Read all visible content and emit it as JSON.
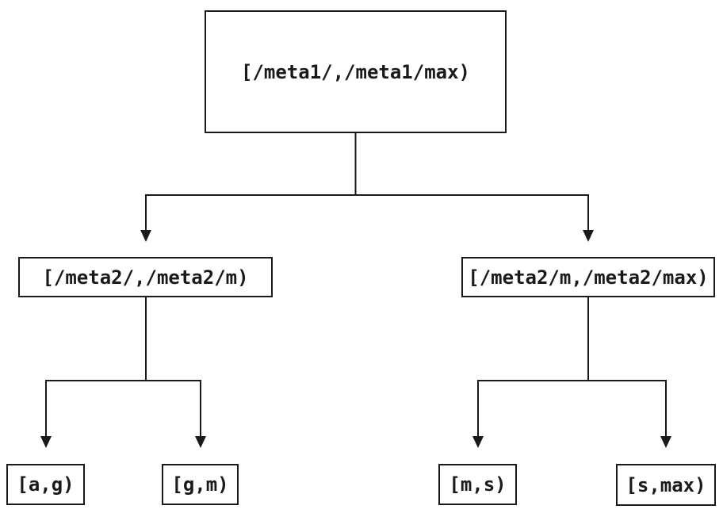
{
  "diagram": {
    "colors": {
      "background": "#ffffff",
      "line": "#1a1a1a",
      "node_fill": "#ffffff",
      "text": "#1a1a1a"
    },
    "nodes": {
      "root": {
        "label": "[/meta1/,/meta1/max)"
      },
      "meta2_lower": {
        "label": "[/meta2/,/meta2/m)"
      },
      "meta2_upper": {
        "label": "[/meta2/m,/meta2/max)"
      },
      "leaf_ag": {
        "label": "[a,g)"
      },
      "leaf_gm": {
        "label": "[g,m)"
      },
      "leaf_ms": {
        "label": "[m,s)"
      },
      "leaf_smax": {
        "label": "[s,max)"
      }
    },
    "edges": [
      {
        "from": "root",
        "to": "meta2_lower"
      },
      {
        "from": "root",
        "to": "meta2_upper"
      },
      {
        "from": "meta2_lower",
        "to": "leaf_ag"
      },
      {
        "from": "meta2_lower",
        "to": "leaf_gm"
      },
      {
        "from": "meta2_upper",
        "to": "leaf_ms"
      },
      {
        "from": "meta2_upper",
        "to": "leaf_smax"
      }
    ]
  }
}
